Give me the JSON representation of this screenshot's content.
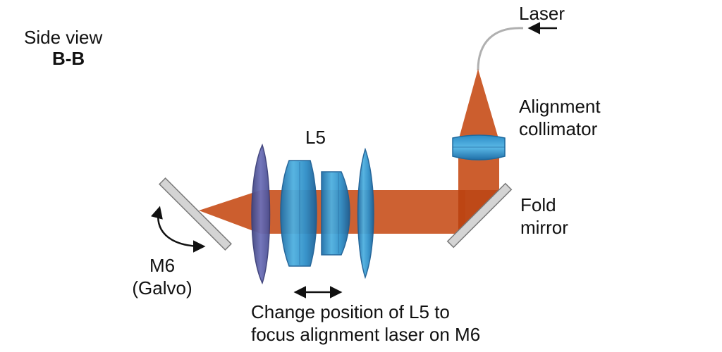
{
  "view": {
    "title": "Side view",
    "section": "B-B"
  },
  "labels": {
    "laser": "Laser",
    "alignment_collimator": [
      "Alignment",
      "collimator"
    ],
    "lens_group": "L5",
    "fold_mirror": [
      "Fold",
      "mirror"
    ],
    "galvo_mirror": [
      "M6",
      "(Galvo)"
    ],
    "caption": [
      "Change position of L5 to",
      "focus alignment laser on M6"
    ]
  },
  "colors": {
    "beam": "#c8501c",
    "lens_blue": "#2f8fc8",
    "lens_purple": "#5a5ea8",
    "mirror": "#cfcfcf",
    "fiber": "#b0b0b0",
    "text": "#111111"
  }
}
